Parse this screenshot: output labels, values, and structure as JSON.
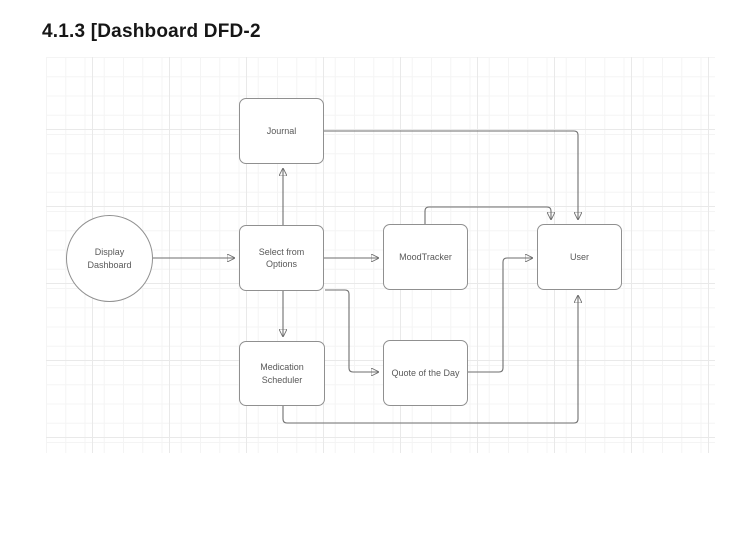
{
  "title": "4.1.3 [Dashboard DFD-2",
  "diagram": {
    "type": "data-flow-diagram",
    "nodes": {
      "display_dashboard": {
        "label": "Display\nDashboard",
        "shape": "circle"
      },
      "journal": {
        "label": "Journal",
        "shape": "rounded-rect"
      },
      "select_options": {
        "label": "Select from\nOptions",
        "shape": "rounded-rect"
      },
      "moodtracker": {
        "label": "MoodTracker",
        "shape": "rounded-rect"
      },
      "user": {
        "label": "User",
        "shape": "rounded-rect"
      },
      "medication": {
        "label": "Medication\nScheduler",
        "shape": "rounded-rect"
      },
      "quote": {
        "label": "Quote of the Day",
        "shape": "rounded-rect"
      }
    },
    "edges": [
      {
        "from": "display_dashboard",
        "to": "select_options"
      },
      {
        "from": "select_options",
        "to": "journal"
      },
      {
        "from": "select_options",
        "to": "moodtracker"
      },
      {
        "from": "select_options",
        "to": "medication"
      },
      {
        "from": "select_options",
        "to": "quote"
      },
      {
        "from": "journal",
        "to": "user"
      },
      {
        "from": "moodtracker",
        "to": "user"
      },
      {
        "from": "quote",
        "to": "user"
      },
      {
        "from": "medication",
        "to": "user"
      }
    ]
  },
  "colors": {
    "node_border": "#909090",
    "connector": "#6e6e6e",
    "arrowhead": "#3a3a3a",
    "node_text": "#595959",
    "title_text": "#161616",
    "grid_minor": "#f4f4f4",
    "grid_major": "#e9e9e9"
  }
}
